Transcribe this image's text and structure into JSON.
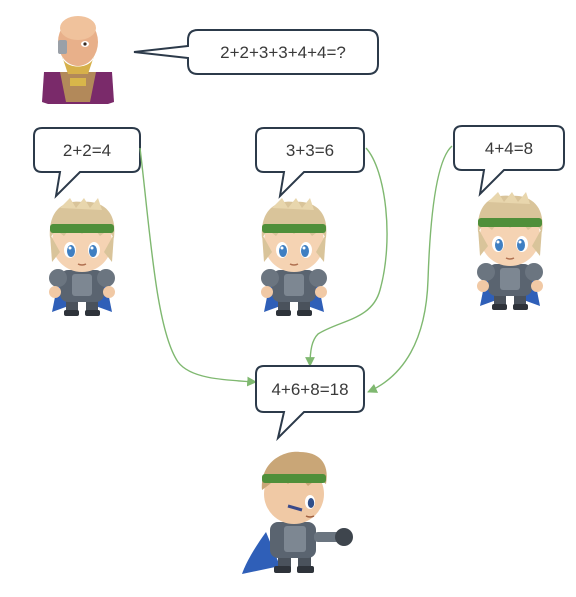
{
  "question": {
    "text": "2+2+3+3+4+4=?"
  },
  "helpers": [
    {
      "text": "2+2=4"
    },
    {
      "text": "3+3=6"
    },
    {
      "text": "4+4=8"
    }
  ],
  "result": {
    "text": "4+6+8=18"
  },
  "colors": {
    "arrow": "#7fb870",
    "bubble_border": "#2c3a4a",
    "headband": "#4f8f3a",
    "armor": "#5a6470",
    "cape": "#2f5fb8",
    "sage_robe": "#7a2a6a"
  }
}
